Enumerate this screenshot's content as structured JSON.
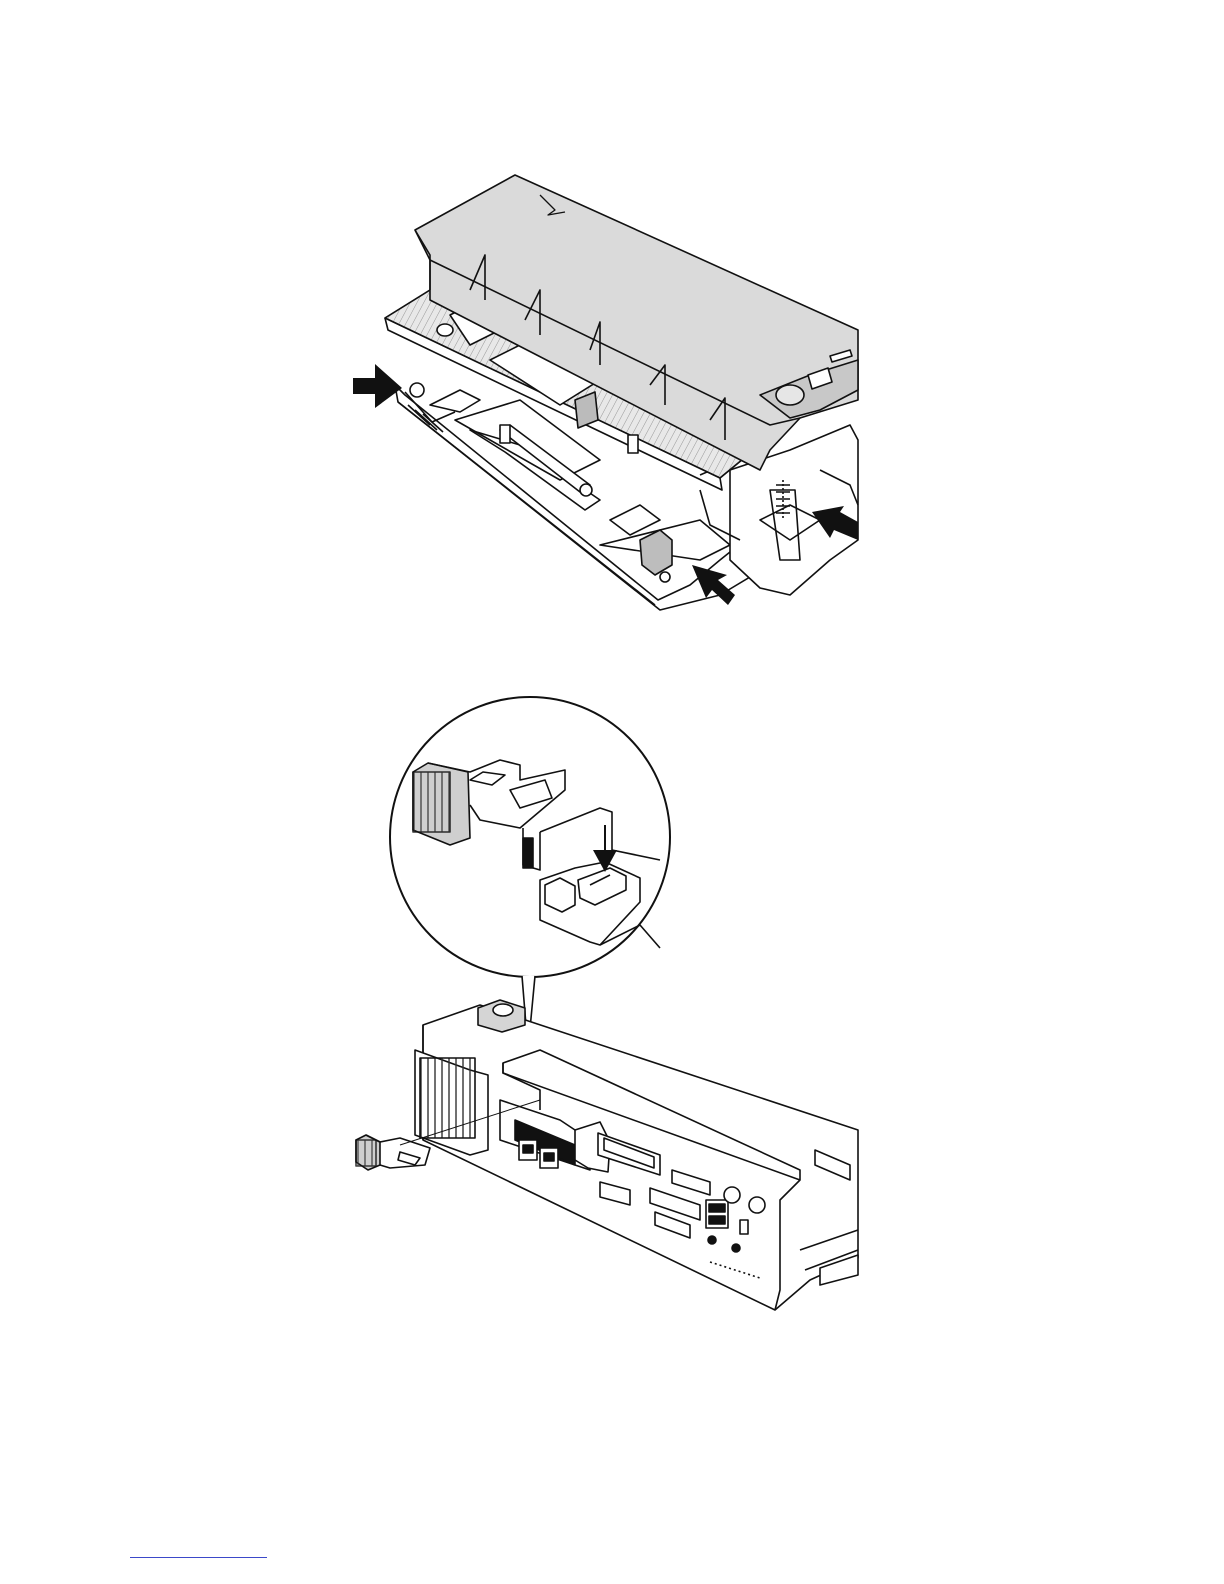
{
  "page": {
    "background": "#ffffff",
    "line_color": "#111111",
    "shade_color": "#d9d9d9",
    "dark_shade": "#8a8a8a",
    "footer_rule_color": "#3b49c9"
  },
  "figures": [
    {
      "id": "top",
      "icon": "docking-station-lid-removal-illustration",
      "arrows": 3
    },
    {
      "id": "bottom",
      "icon": "docking-station-latch-install-illustration",
      "callout": "magnified-latch-detail"
    }
  ]
}
